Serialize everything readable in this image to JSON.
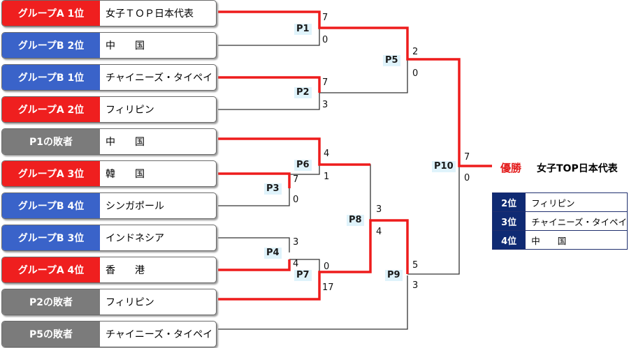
{
  "teams": [
    {
      "group": "グループA 1位",
      "name": "女子ＴＯＰ日本代表"
    },
    {
      "group": "グループB 2位",
      "name": "中　　国"
    },
    {
      "group": "グループB 1位",
      "name": "チャイニーズ・タイペイ"
    },
    {
      "group": "グループA 2位",
      "name": "フィリピン"
    },
    {
      "group": "P1の敗者",
      "name": "中　　国"
    },
    {
      "group": "グループA 3位",
      "name": "韓　　国"
    },
    {
      "group": "グループB 4位",
      "name": "シンガポール"
    },
    {
      "group": "グループB 3位",
      "name": "インドネシア"
    },
    {
      "group": "グループA 4位",
      "name": "香　　港"
    },
    {
      "group": "P2の敗者",
      "name": "フィリピン"
    },
    {
      "group": "P5の敗者",
      "name": "チャイニーズ・タイペイ"
    }
  ],
  "matches": [
    "P1",
    "P2",
    "P3",
    "P4",
    "P5",
    "P6",
    "P7",
    "P8",
    "P9",
    "P10"
  ],
  "scores": {
    "p1_top": "7",
    "p1_bot": "0",
    "p2_top": "7",
    "p2_bot": "3",
    "p3_top": "7",
    "p3_bot": "0",
    "p4_top": "3",
    "p4_bot": "4",
    "p5_top": "2",
    "p5_bot": "0",
    "p6_top": "4",
    "p6_bot": "1",
    "p7_top": "0",
    "p7_bot": "17",
    "p8_top": "3",
    "p8_bot": "4",
    "p9_top": "5",
    "p9_bot": "3",
    "p10_top": "7",
    "p10_bot": "0"
  },
  "champion": {
    "label": "優勝",
    "name": "女子TOP日本代表"
  },
  "ranking": [
    {
      "pos": "2位",
      "name": "フィリピン"
    },
    {
      "pos": "3位",
      "name": "チャイニーズ・タイペイ"
    },
    {
      "pos": "4位",
      "name": "中　　国"
    }
  ],
  "colors": {
    "winner_line": "#ee1c1c",
    "loser_line": "#333333",
    "group_a": "#ef1f1f",
    "group_b": "#3a63c9",
    "loser_slot": "#7b7b7b",
    "rank_header": "#0f2a73"
  }
}
